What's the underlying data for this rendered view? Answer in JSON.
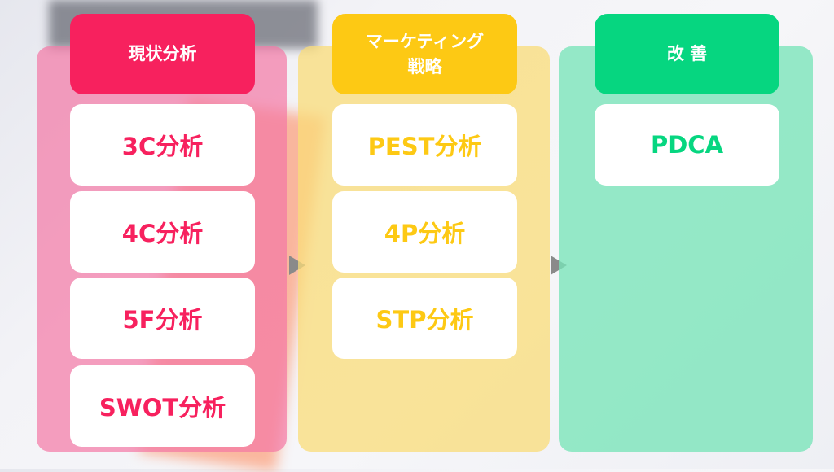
{
  "colors": {
    "red": "#f7215e",
    "yellow": "#fdc914",
    "green": "#06d680"
  },
  "columns": [
    {
      "title": "現状分析",
      "items": [
        "3C分析",
        "4C分析",
        "5F分析",
        "SWOT分析"
      ]
    },
    {
      "title": "マーケティング\n戦略",
      "title_lines": [
        "マーケティング",
        "戦略"
      ],
      "items": [
        "PEST分析",
        "4P分析",
        "STP分析"
      ]
    },
    {
      "title": "改 善",
      "items": [
        "PDCA"
      ]
    }
  ]
}
